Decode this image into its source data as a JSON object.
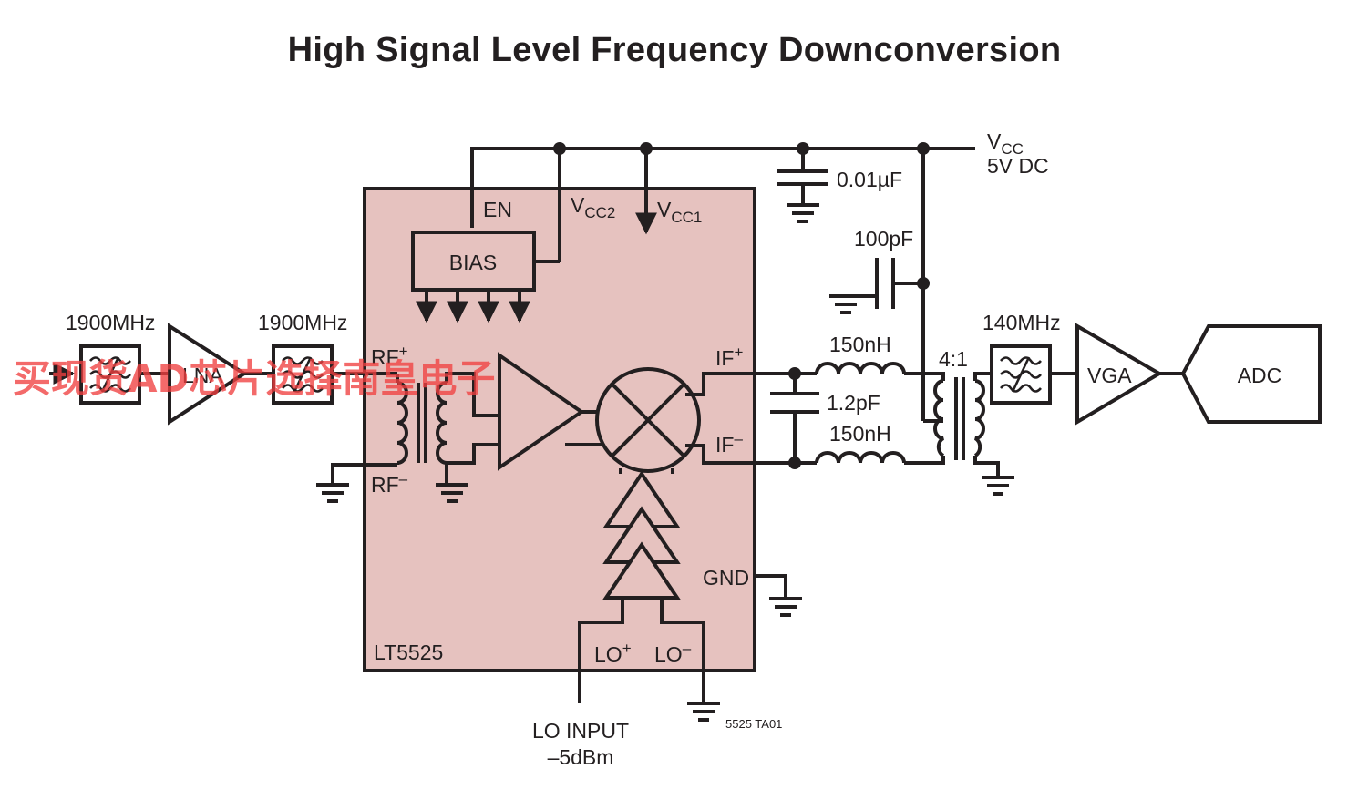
{
  "title": "High Signal Level Frequency Downconversion",
  "chip": {
    "name": "LT5525",
    "fill": "#e6c2bf"
  },
  "supply": {
    "v": "V",
    "v_sub": "CC",
    "value": "5V DC"
  },
  "pins": {
    "en": "EN",
    "vcc2_v": "V",
    "vcc2_sub": "CC2",
    "vcc1_v": "V",
    "vcc1_sub": "CC1",
    "rf_plus": "RF",
    "rf_plus_sup": "+",
    "rf_minus": "RF",
    "rf_minus_sup": "–",
    "if_plus": "IF",
    "if_plus_sup": "+",
    "if_minus": "IF",
    "if_minus_sup": "–",
    "gnd": "GND",
    "lo_plus": "LO",
    "lo_plus_sup": "+",
    "lo_minus": "LO",
    "lo_minus_sup": "–"
  },
  "blocks": {
    "bias": "BIAS",
    "lna": "LNA",
    "vga": "VGA",
    "adc": "ADC"
  },
  "filters": {
    "f1": "1900MHz",
    "f2": "1900MHz",
    "f3": "140MHz"
  },
  "components": {
    "c_bypass": "0.01µF",
    "c_100p": "100pF",
    "c_1p2": "1.2pF",
    "l_top": "150nH",
    "l_bot": "150nH",
    "xfmr_ratio": "4:1"
  },
  "lo_input": {
    "line1": "LO INPUT",
    "line2": "–5dBm"
  },
  "figure_ref": "5525 TA01",
  "watermark": "买现货AD芯片选择南皇电子",
  "colors": {
    "line": "#231f20",
    "chip": "#e6c2bf",
    "watermark": "#f04040"
  }
}
